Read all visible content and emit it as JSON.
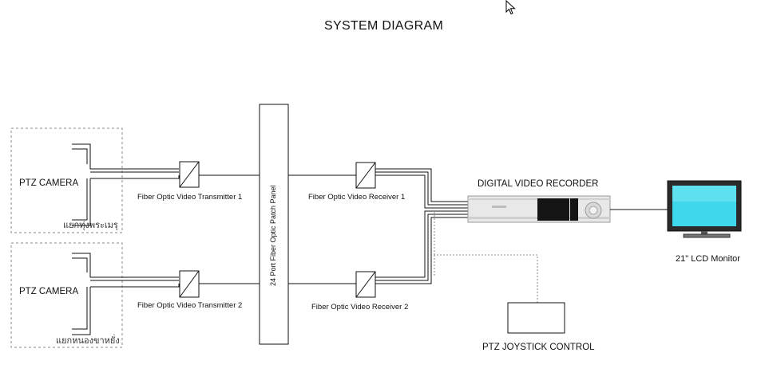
{
  "title": "SYSTEM DIAGRAM",
  "cameras": [
    {
      "label": "PTZ CAMERA",
      "site": "แยกทุ่งพระเมรุ"
    },
    {
      "label": "PTZ CAMERA",
      "site": "แยกหนองขาหยั่ง"
    }
  ],
  "transmitters": [
    "Fiber Optic Video Transmitter 1",
    "Fiber Optic Video Transmitter 2"
  ],
  "patch_panel": "24 Port Fiber Optic Patch Panel",
  "receivers": [
    "Fiber Optic Video Receiver 1",
    "Fiber Optic Video Receiver 2"
  ],
  "dvr": {
    "label": "DIGITAL VIDEO RECORDER"
  },
  "monitor": {
    "label": "21\" LCD Monitor"
  },
  "joystick": {
    "label": "PTZ JOYSTICK CONTROL"
  },
  "colors": {
    "line": "#111111",
    "dash": "#888888",
    "screen": "#3fd7ec",
    "dvr_body": "#e8e8e8",
    "dvr_panel": "#141414"
  }
}
